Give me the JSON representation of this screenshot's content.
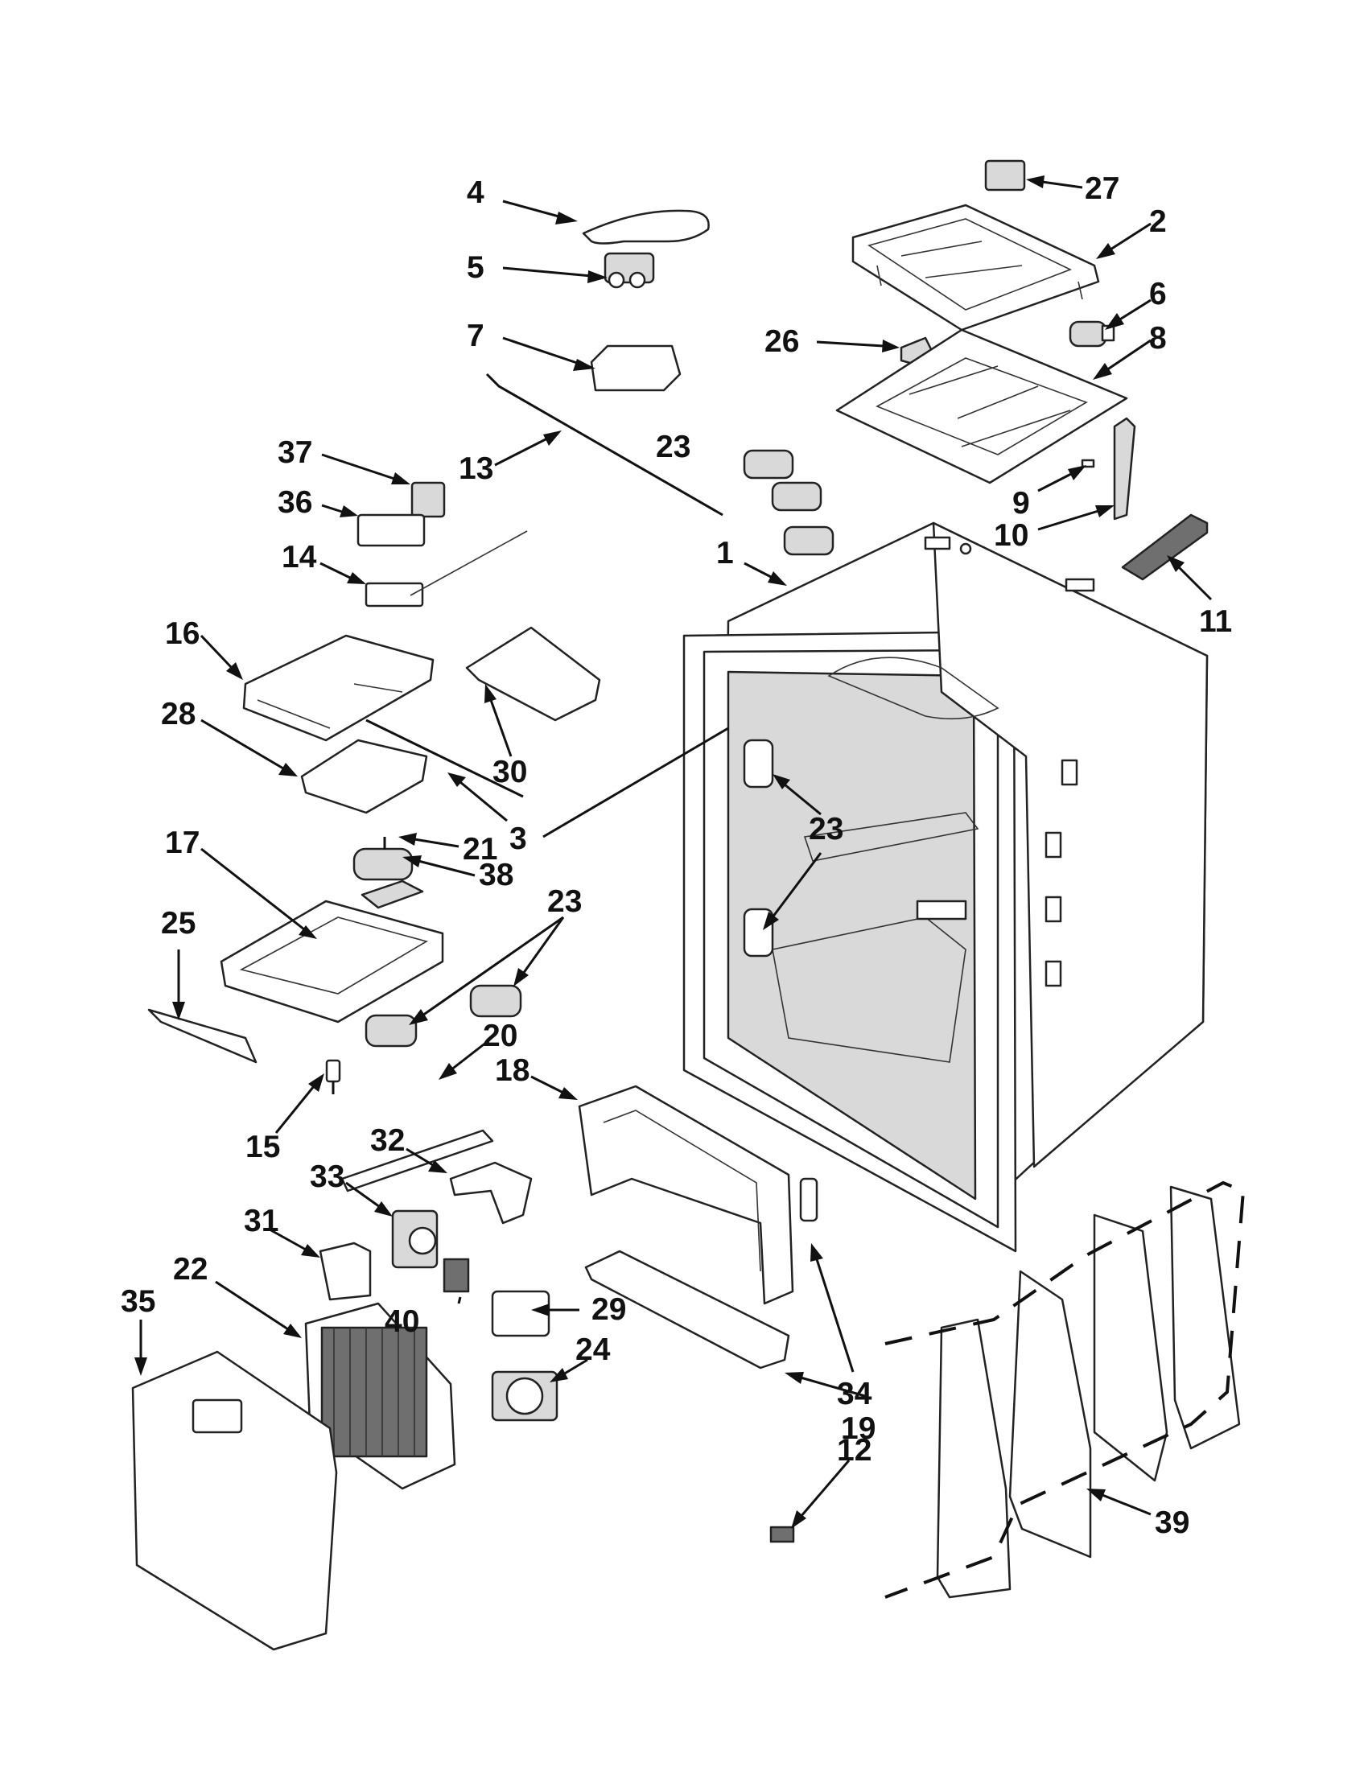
{
  "diagram": {
    "callouts": [
      {
        "id": "c1",
        "text": "1"
      },
      {
        "id": "c2",
        "text": "2"
      },
      {
        "id": "c3",
        "text": "3"
      },
      {
        "id": "c4",
        "text": "4"
      },
      {
        "id": "c5",
        "text": "5"
      },
      {
        "id": "c6",
        "text": "6"
      },
      {
        "id": "c7",
        "text": "7"
      },
      {
        "id": "c8",
        "text": "8"
      },
      {
        "id": "c9",
        "text": "9"
      },
      {
        "id": "c10",
        "text": "10"
      },
      {
        "id": "c11",
        "text": "11"
      },
      {
        "id": "c12",
        "text": "12"
      },
      {
        "id": "c13",
        "text": "13"
      },
      {
        "id": "c14",
        "text": "14"
      },
      {
        "id": "c15",
        "text": "15"
      },
      {
        "id": "c16",
        "text": "16"
      },
      {
        "id": "c17",
        "text": "17"
      },
      {
        "id": "c18",
        "text": "18"
      },
      {
        "id": "c19",
        "text": "19"
      },
      {
        "id": "c20",
        "text": "20"
      },
      {
        "id": "c21",
        "text": "21"
      },
      {
        "id": "c22",
        "text": "22"
      },
      {
        "id": "c23a",
        "text": "23"
      },
      {
        "id": "c23b",
        "text": "23"
      },
      {
        "id": "c23c",
        "text": "23"
      },
      {
        "id": "c24",
        "text": "24"
      },
      {
        "id": "c25",
        "text": "25"
      },
      {
        "id": "c26",
        "text": "26"
      },
      {
        "id": "c27",
        "text": "27"
      },
      {
        "id": "c28",
        "text": "28"
      },
      {
        "id": "c29",
        "text": "29"
      },
      {
        "id": "c30",
        "text": "30"
      },
      {
        "id": "c31",
        "text": "31"
      },
      {
        "id": "c32",
        "text": "32"
      },
      {
        "id": "c33",
        "text": "33"
      },
      {
        "id": "c34",
        "text": "34"
      },
      {
        "id": "c35",
        "text": "35"
      },
      {
        "id": "c36",
        "text": "36"
      },
      {
        "id": "c37",
        "text": "37"
      },
      {
        "id": "c38",
        "text": "38"
      },
      {
        "id": "c39",
        "text": "39"
      },
      {
        "id": "c40",
        "text": "40"
      }
    ]
  }
}
